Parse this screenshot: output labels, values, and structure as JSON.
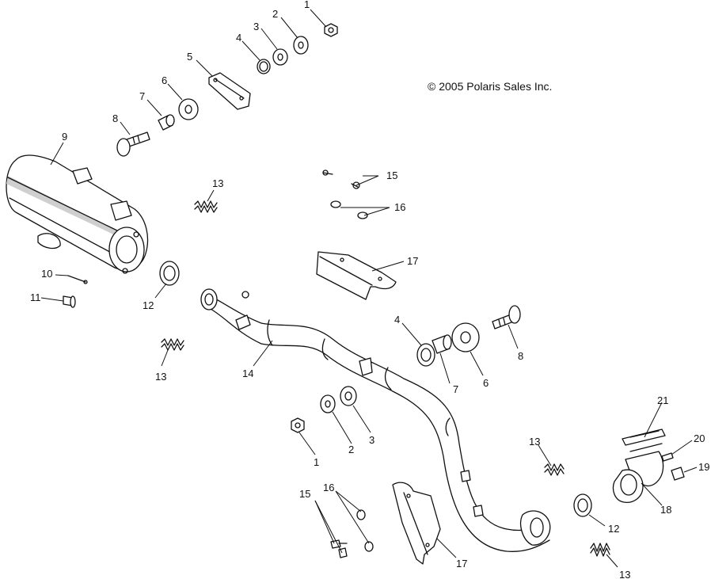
{
  "copyright": "© 2005 Polaris Sales Inc.",
  "callouts": {
    "nut_top": "1",
    "washer_top": "2",
    "grommet_top": "3",
    "sleeve_top": "4",
    "bracket_top": "5",
    "grommet_left": "6",
    "sleeve_left": "7",
    "bolt_left": "8",
    "muffler": "9",
    "pin": "10",
    "screw": "11",
    "gasket_left": "12",
    "spring_upper": "13",
    "spring_left": "13",
    "pipe": "14",
    "rivet_top": "15",
    "washer_small_top": "16",
    "heatshield_top": "17",
    "sleeve_mid": "4",
    "sleeve_mid2": "7",
    "grommet_mid": "6",
    "bolt_right": "8",
    "nut_mid": "1",
    "washer_mid": "2",
    "grommet_mid2": "3",
    "spring_mid": "13",
    "rivet_bottom": "15",
    "washer_small_bottom": "16",
    "heatshield_bottom": "17",
    "gasket_right": "12",
    "spring_bottom": "13",
    "elbow": "18",
    "screw_small": "19",
    "pin_small": "20",
    "flange_gasket": "21"
  }
}
